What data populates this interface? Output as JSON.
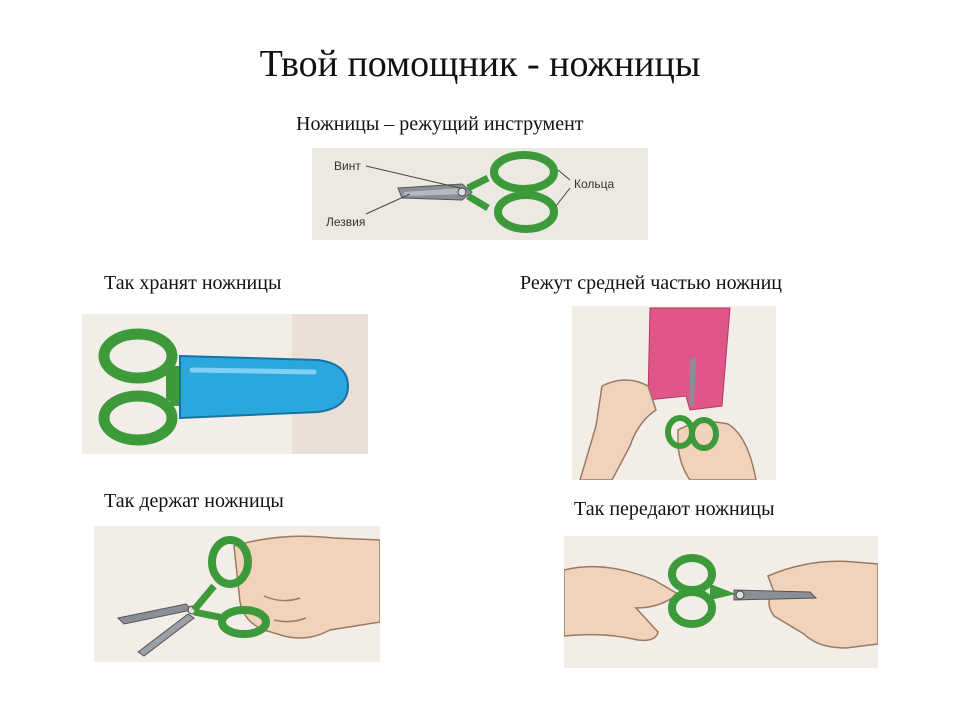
{
  "title": "Твой помощник - ножницы",
  "subtitle": "Ножницы – режущий инструмент",
  "diagram": {
    "label_screw": "Винт",
    "label_rings": "Кольца",
    "label_blades": "Лезвия"
  },
  "captions": {
    "storage": "Так хранят ножницы",
    "cutting": "Режут средней частью ножниц",
    "holding": "Так держат ножницы",
    "passing": "Так передают ножницы"
  },
  "colors": {
    "handle_green": "#3d9a3a",
    "handle_dark": "#2b6e28",
    "blade_gray": "#8a8f96",
    "sheath_blue": "#2aa7dc",
    "paper_pink": "#e0568a",
    "skin": "#f1d2bb",
    "panel_bg": "#f2ece6"
  }
}
